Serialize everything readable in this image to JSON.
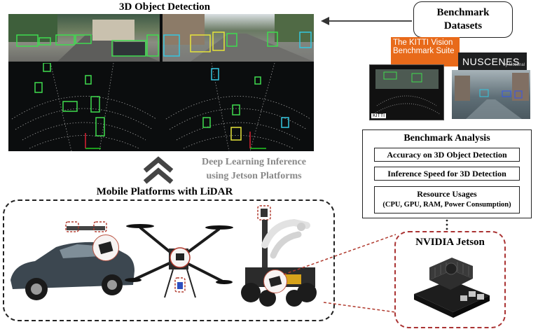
{
  "detection": {
    "title": "3D Object Detection"
  },
  "benchmark": {
    "line1": "Benchmark",
    "line2": "Datasets"
  },
  "datasets": {
    "kitti_title": "The KITTI Vision Benchmark Suite",
    "kitti_logo": "KITTI",
    "nuscenes_name": "NUSCENES",
    "nuscenes_by": "by Motional"
  },
  "analysis": {
    "title": "Benchmark Analysis",
    "metrics": [
      "Accuracy on 3D Object Detection",
      "Inference Speed for 3D Detection"
    ],
    "resource_title": "Resource Usages",
    "resource_detail": "(CPU, GPU, RAM, Power Consumption)"
  },
  "inference": {
    "line1": "Deep Learning Inference",
    "line2": "using Jetson Platforms"
  },
  "mobile": {
    "title": "Mobile Platforms with LiDAR"
  },
  "jetson": {
    "title": "NVIDIA Jetson"
  },
  "colors": {
    "box_green": "#3fdc4f",
    "box_cyan": "#34c7e0",
    "box_yellow": "#e6e43a",
    "accent_red": "#b03a2e",
    "kitti_orange": "#e86a1a"
  },
  "icons": [
    "arrow-left-icon",
    "double-chevron-up-icon",
    "car-icon",
    "drone-icon",
    "robot-arm-icon",
    "lidar-sensor-icon",
    "jetson-board-icon",
    "dots-connector-icon"
  ]
}
